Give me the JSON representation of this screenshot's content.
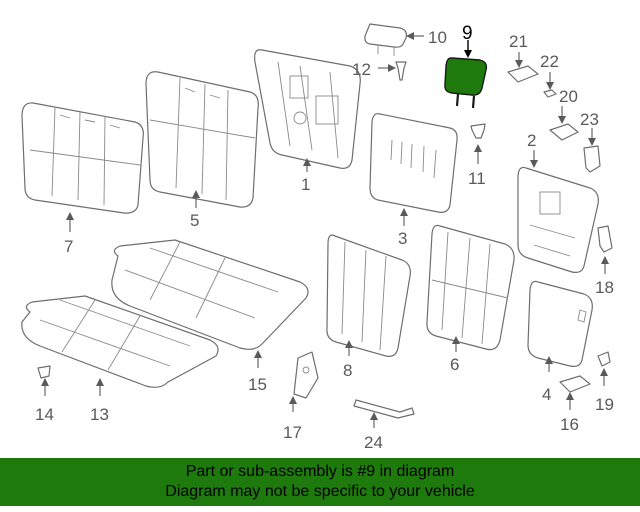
{
  "highlight_color": "#1e7a0c",
  "banner": {
    "line1": "Part or sub-assembly is #9 in diagram",
    "line2": "Diagram may not be specific to your vehicle"
  },
  "callouts": {
    "c1": "1",
    "c2": "2",
    "c3": "3",
    "c4": "4",
    "c5": "5",
    "c6": "6",
    "c7": "7",
    "c8": "8",
    "c9": "9",
    "c10": "10",
    "c11": "11",
    "c12": "12",
    "c13": "13",
    "c14": "14",
    "c15": "15",
    "c16": "16",
    "c17": "17",
    "c18": "18",
    "c19": "19",
    "c20": "20",
    "c21": "21",
    "c22": "22",
    "c23": "23",
    "c24": "24"
  },
  "highlighted_part": "9"
}
